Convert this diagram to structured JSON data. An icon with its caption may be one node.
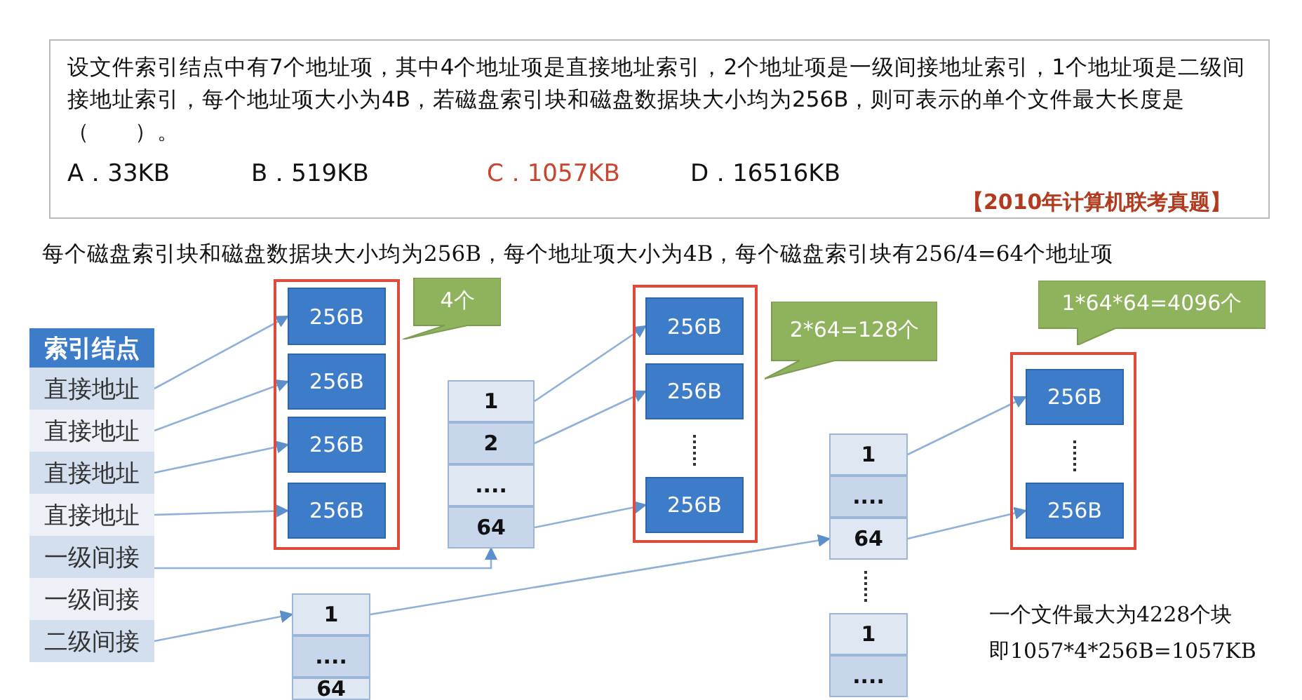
{
  "diagram": {
    "nodes": [
      {
        "text": [
          "设文件索引结点中有7个地址项，其中4个地址项是直接地址索引，2个地址项是一级间接地址索引，1个地址项是二级间接地址索引，每个地址项大小为4B，若磁盘索引块和磁盘数据块大小均为256B，则可表示的单个文件最大长度是（　　）。",
          "A．33KB",
          "B．519KB",
          "C．1057KB",
          "D．16516KB",
          "【2010年计算机联考真题】"
        ]
      },
      {
        "text": [
          "索引结点"
        ]
      },
      {
        "text": [
          "直接地址"
        ]
      },
      {
        "text": [
          "直接地址"
        ]
      },
      {
        "text": [
          "直接地址"
        ]
      },
      {
        "text": [
          "直接地址"
        ]
      },
      {
        "text": [
          "一级间接"
        ]
      },
      {
        "text": [
          "一级间接"
        ]
      },
      {
        "text": [
          "二级间接"
        ]
      },
      {
        "text": [],
        "shape": "box"
      },
      {
        "text": [
          "256B"
        ],
        "in": 9
      },
      {
        "text": [
          "256B"
        ],
        "in": 9
      },
      {
        "text": [
          "256B"
        ],
        "in": 9
      },
      {
        "text": [
          "256B"
        ],
        "in": 9
      },
      {
        "text": [
          "4个"
        ]
      },
      {
        "text": [
          "1"
        ]
      },
      {
        "text": [
          "2"
        ]
      },
      {
        "text": [
          "...."
        ]
      },
      {
        "text": [
          "64"
        ]
      },
      {
        "text": [],
        "shape": "box"
      },
      {
        "text": [
          "256B"
        ],
        "in": 19
      },
      {
        "text": [
          "256B"
        ],
        "in": 19
      },
      {
        "text": [
          "256B"
        ],
        "in": 19
      },
      {
        "text": [
          "2*64=128个"
        ]
      },
      {
        "text": [
          "1"
        ]
      },
      {
        "text": [
          "...."
        ]
      },
      {
        "text": [
          "64"
        ]
      },
      {
        "text": [
          "1"
        ]
      },
      {
        "text": [
          "...."
        ]
      },
      {
        "text": [
          "64"
        ]
      },
      {
        "text": [
          "1"
        ]
      },
      {
        "text": [
          "...."
        ]
      },
      {
        "text": [],
        "shape": "box"
      },
      {
        "text": [
          "256B"
        ],
        "in": 32
      },
      {
        "text": [
          "256B"
        ],
        "in": 32
      },
      {
        "text": [
          "1*64*64=4096个"
        ]
      }
    ],
    "edges": [
      {
        "from": 2,
        "to": 10,
        "arrow": "to"
      },
      {
        "from": 3,
        "to": 11,
        "arrow": "to"
      },
      {
        "from": 4,
        "to": 12,
        "arrow": "to"
      },
      {
        "from": 5,
        "to": 13,
        "arrow": "to"
      },
      {
        "from": 6,
        "to": 18,
        "arrow": "to"
      },
      {
        "from": 8,
        "to": 24,
        "arrow": "to"
      },
      {
        "from": 15,
        "to": 20,
        "arrow": "to"
      },
      {
        "from": 16,
        "to": 21,
        "arrow": "to"
      },
      {
        "from": 18,
        "to": 22,
        "arrow": "to"
      },
      {
        "from": 24,
        "to": 29,
        "arrow": "to"
      },
      {
        "from": 27,
        "to": 33,
        "arrow": "to"
      },
      {
        "from": 29,
        "to": 34,
        "arrow": "to"
      }
    ],
    "labels": [
      "每个磁盘索引块和磁盘数据块大小均为256B，每个地址项大小为4B，每个磁盘索引块有256/4=64个地址项",
      "一个文件最大为4228个块",
      "即1057*4*256B=1057KB"
    ]
  }
}
